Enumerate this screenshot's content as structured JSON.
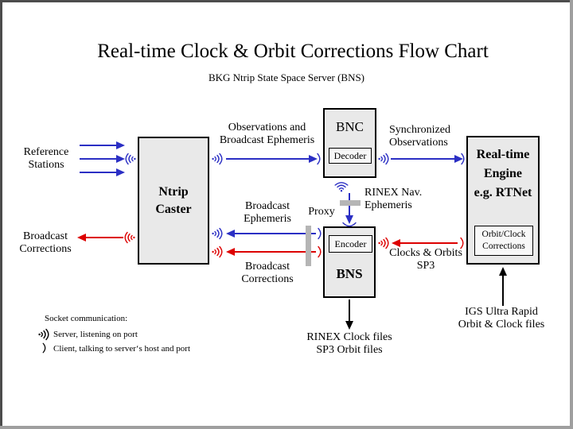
{
  "title": "Real-time Clock & Orbit Corrections Flow Chart",
  "subtitle": "BKG Ntrip State Space Server  (BNS)",
  "boxes": {
    "ntrip_caster": {
      "label": "Ntrip\nCaster"
    },
    "bnc": {
      "label": "BNC",
      "sub": "Decoder"
    },
    "bns": {
      "label": "BNS",
      "sub": "Encoder"
    },
    "rtnet": {
      "label": "Real-time\nEngine\ne.g. RTNet",
      "sub": "Orbit/Clock\nCorrections"
    }
  },
  "labels": {
    "reference_stations": "Reference\nStations",
    "broadcast_corrections_left": "Broadcast\nCorrections",
    "observations_broadcast_ephemeris": "Observations and\nBroadcast Ephemeris",
    "synchronized_observations": "Synchronized\nObservations",
    "rinex_nav_ephemeris": "RINEX Nav.\nEphemeris",
    "broadcast_ephemeris": "Broadcast\nEphemeris",
    "proxy": "Proxy",
    "broadcast_corrections_mid": "Broadcast\nCorrections",
    "clocks_orbits_sp3": "Clocks & Orbits\nSP3",
    "rinex_clock_files": "RINEX Clock files\nSP3 Orbit files",
    "igs_ultra_rapid": "IGS Ultra Rapid\nOrbit & Clock files"
  },
  "legend": {
    "title": "Socket communication:",
    "server": "Server, listening on port",
    "client": "Client, talking to server‘s host and port"
  },
  "colors": {
    "link_blue": "#2b2fc4",
    "link_red": "#dd0000",
    "link_black": "#000000",
    "box_fill": "#e9e9e9",
    "proxy_bar": "#b5b5b5",
    "border_dark": "#4c4c4c",
    "border_light": "#9f9f9f"
  }
}
